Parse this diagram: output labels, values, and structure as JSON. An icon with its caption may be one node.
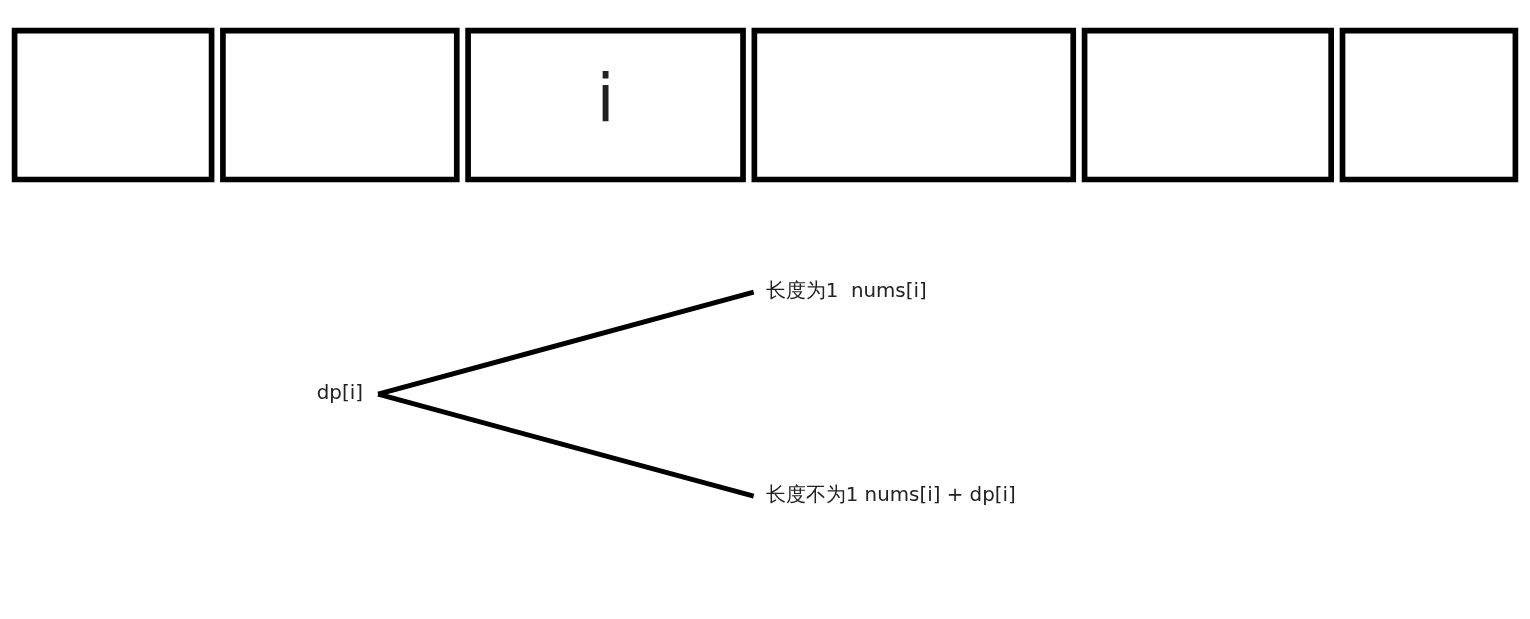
{
  "diagram": {
    "nodes": [
      {
        "text": [],
        "shape": "box"
      },
      {
        "text": [],
        "shape": "box"
      },
      {
        "text": [
          "i"
        ]
      },
      {
        "text": [],
        "shape": "box"
      },
      {
        "text": [],
        "shape": "box"
      },
      {
        "text": [],
        "shape": "box"
      },
      {
        "text": [
          "dp[i]"
        ]
      },
      {
        "text": [
          "长度为1  nums[i]"
        ]
      },
      {
        "text": [
          "长度不为1 nums[i] + dp[i]"
        ]
      }
    ],
    "edges": [
      {
        "from": 6,
        "to": 7,
        "arrow": "none"
      },
      {
        "from": 6,
        "to": 8,
        "arrow": "none"
      }
    ]
  }
}
